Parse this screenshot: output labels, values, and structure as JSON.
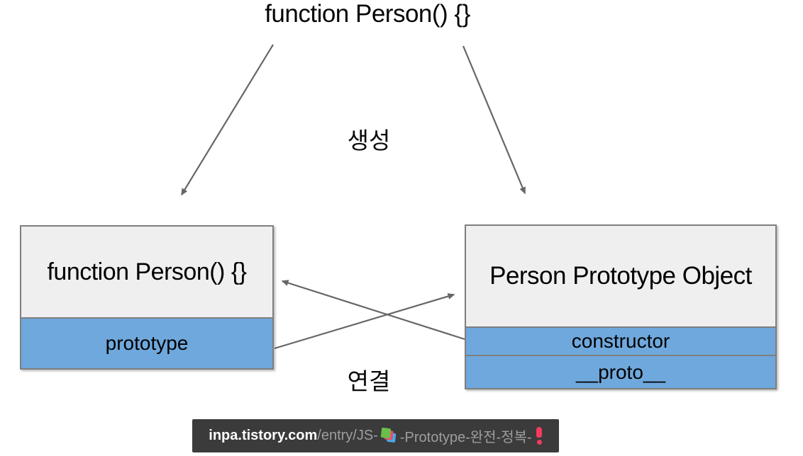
{
  "colors": {
    "box_fill": "#efefef",
    "box_blue": "#6fa8dc",
    "box_border": "#7f7f7f",
    "arrow": "#666666",
    "bar_bg": "#3b3b3b",
    "bar_domain": "#ffffff",
    "bar_muted": "#9e9e9e",
    "exclaim": "#f43b5f"
  },
  "diagram": {
    "top_label": "function Person() {}",
    "creation_label": "생성",
    "connection_label": "연결",
    "function_box": {
      "title": "function Person() {}",
      "prototype_row": "prototype"
    },
    "prototype_box": {
      "title": "Person Prototype Object",
      "constructor_row": "constructor",
      "proto_row": "__proto__"
    }
  },
  "watermark": {
    "domain": "inpa.tistory.com",
    "path_prefix": "/entry/JS-",
    "path_suffix": "-Prototype-완전-정복-",
    "books_icon": "books-emoji-icon",
    "exclamation_icon": "red-exclamation-emoji-icon"
  }
}
